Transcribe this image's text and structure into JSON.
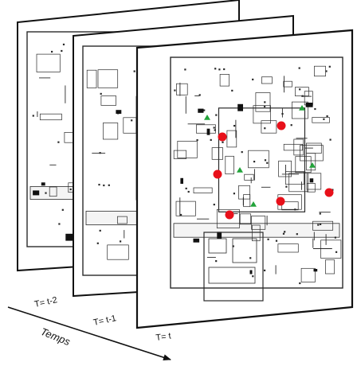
{
  "frames": [
    {
      "id": "t-2",
      "label": "T= t-2",
      "markers": []
    },
    {
      "id": "t-1",
      "label": "T= t-1",
      "markers": []
    },
    {
      "id": "t",
      "label": "T= t",
      "markers": [
        {
          "kind": "occupant",
          "symbol": "red-dot"
        },
        {
          "kind": "occupant",
          "symbol": "red-dot"
        },
        {
          "kind": "occupant",
          "symbol": "red-dot"
        },
        {
          "kind": "occupant",
          "symbol": "red-dot"
        },
        {
          "kind": "occupant",
          "symbol": "red-dot"
        },
        {
          "kind": "occupant",
          "symbol": "red-dot"
        },
        {
          "kind": "sensor",
          "symbol": "green-triangle"
        },
        {
          "kind": "sensor",
          "symbol": "green-triangle"
        },
        {
          "kind": "sensor",
          "symbol": "green-triangle"
        },
        {
          "kind": "sensor",
          "symbol": "green-triangle"
        },
        {
          "kind": "sensor",
          "symbol": "green-triangle"
        }
      ]
    }
  ],
  "time_axis": {
    "label": "Temps",
    "direction": "forward"
  },
  "colors": {
    "frame_border": "#111111",
    "frame_fill": "#ffffff",
    "plan_lines": "#2a2a2a",
    "occupant_marker": "#e8101a",
    "sensor_marker": "#22a33a"
  }
}
